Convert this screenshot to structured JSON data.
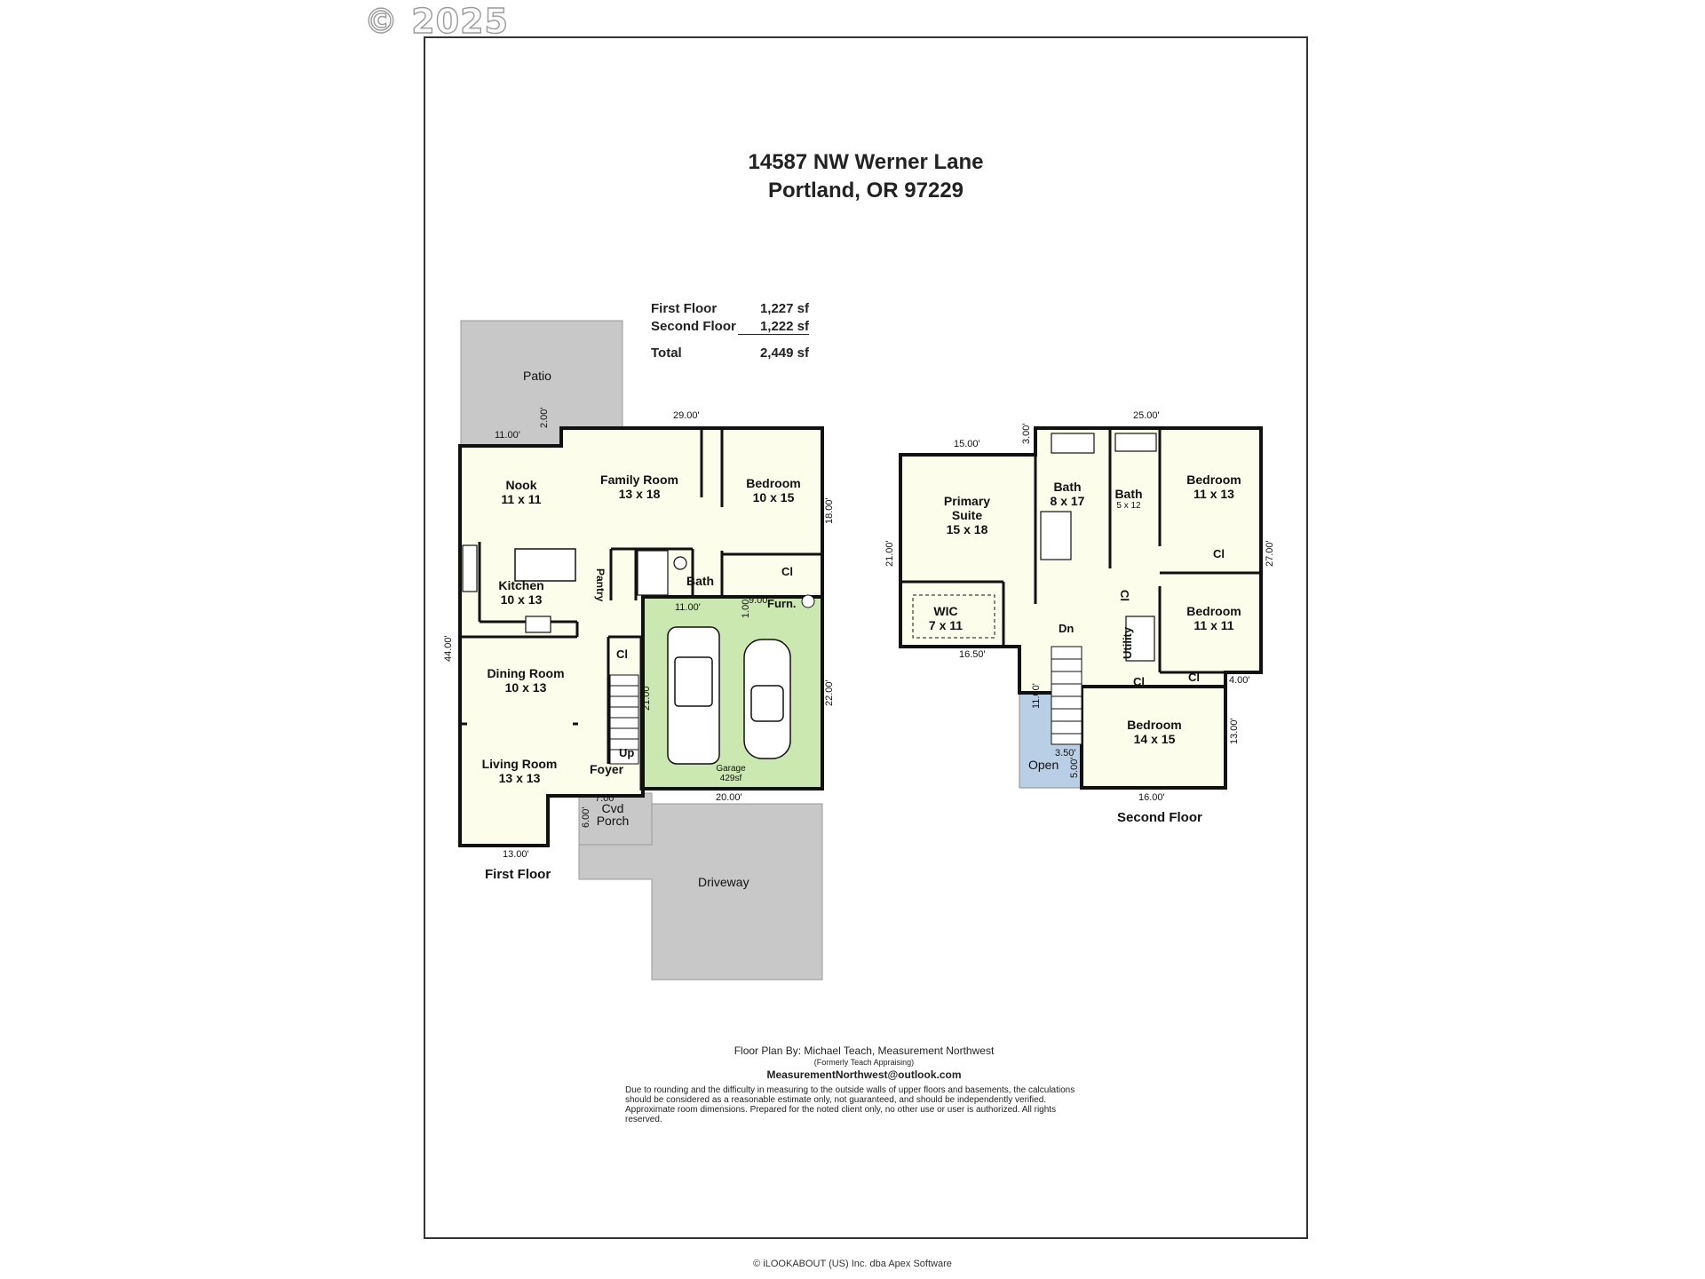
{
  "watermark": "© 2025",
  "address": {
    "line1": "14587 NW Werner Lane",
    "line2": "Portland, OR 97229"
  },
  "areas": [
    {
      "label": "First Floor",
      "value": "1,227 sf"
    },
    {
      "label": "Second Floor",
      "value": "1,222 sf"
    },
    {
      "label": "Total",
      "value": "2,449 sf"
    }
  ],
  "first_floor": {
    "title": "First Floor",
    "rooms": [
      {
        "name": "Patio",
        "size": ""
      },
      {
        "name": "Nook",
        "size": "11 x 11"
      },
      {
        "name": "Family Room",
        "size": "13 x 18"
      },
      {
        "name": "Bedroom",
        "size": "10 x 15"
      },
      {
        "name": "Kitchen",
        "size": "10 x 13"
      },
      {
        "name": "Pantry",
        "size": ""
      },
      {
        "name": "Bath",
        "size": ""
      },
      {
        "name": "Cl",
        "size": ""
      },
      {
        "name": "Furn.",
        "size": ""
      },
      {
        "name": "Dining Room",
        "size": "10 x 13"
      },
      {
        "name": "Living Room",
        "size": "13 x 13"
      },
      {
        "name": "Cl",
        "size": ""
      },
      {
        "name": "Up",
        "size": ""
      },
      {
        "name": "Foyer",
        "size": ""
      },
      {
        "name": "Cvd Porch",
        "size": ""
      },
      {
        "name": "Garage",
        "size": "429sf"
      },
      {
        "name": "Driveway",
        "size": ""
      }
    ],
    "dimensions": [
      "29.00'",
      "11.00'",
      "2.00'",
      "18.00'",
      "44.00'",
      "11.00'",
      "9.00'",
      "1.00'",
      "21.00'",
      "22.00'",
      "7.00'",
      "6.00'",
      "20.00'",
      "13.00'"
    ]
  },
  "second_floor": {
    "title": "Second Floor",
    "rooms": [
      {
        "name": "Primary Suite",
        "size": "15 x 18"
      },
      {
        "name": "Bath",
        "size": "8 x 17"
      },
      {
        "name": "Bath",
        "size": "5 x 12"
      },
      {
        "name": "Bedroom",
        "size": "11 x 13"
      },
      {
        "name": "Cl",
        "size": ""
      },
      {
        "name": "WIC",
        "size": "7 x 11"
      },
      {
        "name": "Dn",
        "size": ""
      },
      {
        "name": "Cl",
        "size": ""
      },
      {
        "name": "Utility",
        "size": ""
      },
      {
        "name": "Bedroom",
        "size": "11 x 11"
      },
      {
        "name": "Cl",
        "size": ""
      },
      {
        "name": "Cl",
        "size": ""
      },
      {
        "name": "Open",
        "size": ""
      },
      {
        "name": "Bedroom",
        "size": "14 x 15"
      }
    ],
    "dimensions": [
      "25.00'",
      "15.00'",
      "3.00'",
      "21.00'",
      "27.00'",
      "16.50'",
      "11.00'",
      "4.00'",
      "13.00'",
      "3.50'",
      "5.00'",
      "16.00'"
    ]
  },
  "footer": {
    "credit": "Floor Plan By: Michael Teach, Measurement Northwest",
    "formerly": "(Formerly Teach Appraising)",
    "email": "MeasurementNorthwest@outlook.com",
    "disclaimer": "Due to rounding and the difficulty in measuring to the outside walls of upper floors and basements, the calculations should be considered as a reasonable estimate only, not guaranteed, and should be independently verified. Approximate room dimensions. Prepared for the noted client only, no other use or user is authorized. All rights reserved."
  },
  "copyright": "© iLOOKABOUT (US) Inc. dba Apex Software",
  "colors": {
    "garage": "#cbe8b0",
    "open": "#b9cfe6",
    "outdoor": "#c8c8c8",
    "room": "#fdfdec",
    "wall": "#111111"
  }
}
